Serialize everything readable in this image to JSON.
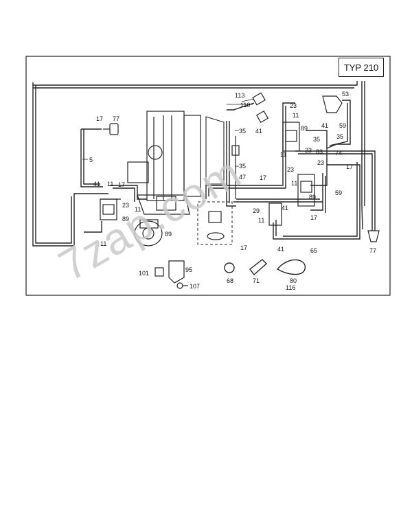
{
  "header": {
    "type_label": "TYP 210"
  },
  "watermark": "7zap.com",
  "callouts": {
    "c113": "113",
    "c110": "110",
    "c53": "53",
    "c17a": "17",
    "c77a": "77",
    "c23a": "23",
    "c11a": "11",
    "c35a": "35",
    "c41a": "41",
    "c89a": "89",
    "c41b": "41",
    "c59a": "59",
    "c5": "5",
    "c35b": "35",
    "c35c": "35",
    "c74": "74",
    "c23b": "23",
    "c83": "83",
    "c23c": "23",
    "c11b": "11",
    "c35d": "35",
    "c17b": "17",
    "c47": "47",
    "c17c": "17",
    "c23d": "23",
    "c11c": "11",
    "c41c": "41",
    "c11d": "11",
    "c17d": "17",
    "c23e": "23",
    "c11e": "11",
    "c59b": "59",
    "c89b": "89",
    "c29": "29",
    "c41d": "41",
    "c89c": "89",
    "c11f": "11",
    "c17e": "17",
    "c11g": "11",
    "c17f": "17",
    "c89d": "89",
    "c41e": "41",
    "c65": "65",
    "c77b": "77",
    "c101": "101",
    "c95": "95",
    "c107": "107",
    "c68": "68",
    "c71": "71",
    "c80": "80",
    "c116": "116"
  }
}
